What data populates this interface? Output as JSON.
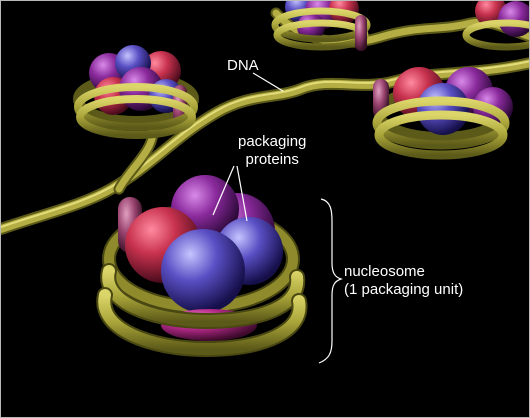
{
  "labels": {
    "dna": "DNA",
    "packaging_line1": "packaging",
    "packaging_line2": "proteins",
    "nucleosome_line1": "nucleosome",
    "nucleosome_line2": "(1 packaging unit)"
  },
  "colors": {
    "background": "#000000",
    "dna_strand": "#aaa53a",
    "protein_red": "#c8324e",
    "protein_purple": "#8a2a9c",
    "protein_blue": "#5a4fc4",
    "protein_magenta": "#b52a8a",
    "label_text": "#ffffff"
  }
}
